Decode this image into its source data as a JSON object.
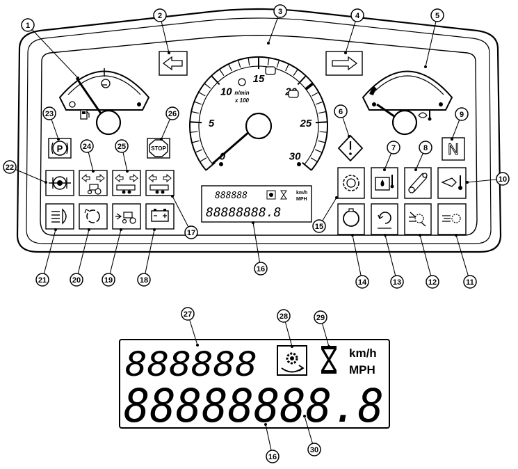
{
  "callouts": [
    "1",
    "2",
    "3",
    "4",
    "5",
    "6",
    "7",
    "8",
    "9",
    "10",
    "11",
    "12",
    "13",
    "14",
    "15",
    "16",
    "17",
    "18",
    "19",
    "20",
    "21",
    "22",
    "23",
    "24",
    "25",
    "26",
    "27",
    "28",
    "29",
    "30",
    "16"
  ],
  "tacho": {
    "numbers": [
      "0",
      "5",
      "10",
      "15",
      "20",
      "25",
      "30"
    ],
    "unit_line1": "n/min",
    "unit_line2": "x 100"
  },
  "indicators": {
    "neutral_letter": "N",
    "stop_label": "STOP",
    "parking_letter": "P"
  },
  "lcd_small": {
    "top_digits": "888888",
    "bottom_digits": "88888888.8",
    "unit_kmh": "km/h",
    "unit_mph": "MPH"
  },
  "lcd_large": {
    "top_digits": "888888",
    "bottom_digits": "88888888.8",
    "unit_kmh": "km/h",
    "unit_mph": "MPH"
  },
  "icons": {
    "fuel_gauge": "fuel-pump-icon",
    "temp_gauge": "coolant-temperature-icon",
    "turn_left": "turn-left-arrow-icon",
    "turn_right": "turn-right-arrow-icon",
    "warning": "general-warning-icon",
    "hydraulic_oil_temp": "hydraulic-oil-temperature-icon",
    "belt": "belt-icon",
    "coolant_temp": "coolant-temperature-warning-icon",
    "air_filter": "air-filter-icon",
    "fuel_filter": "fuel-filter-icon",
    "transmission": "transmission-icon",
    "engine_oil": "engine-oil-pressure-icon",
    "gear_warning": "gear-warning-icon",
    "battery": "battery-charge-icon",
    "pto": "pto-icon",
    "four_wd": "four-wheel-drive-icon",
    "headlight": "headlight-icon",
    "tractor_indicator": "tractor-turn-indicator-icon",
    "trailer1": "trailer-1-indicator-icon",
    "trailer2": "trailer-2-indicator-icon",
    "diff_lock": "diff-lock-icon",
    "parking": "parking-brake-icon",
    "stop": "stop-icon",
    "gear_cycle": "gear-cycle-icon",
    "hourglass": "hourglass-icon"
  }
}
